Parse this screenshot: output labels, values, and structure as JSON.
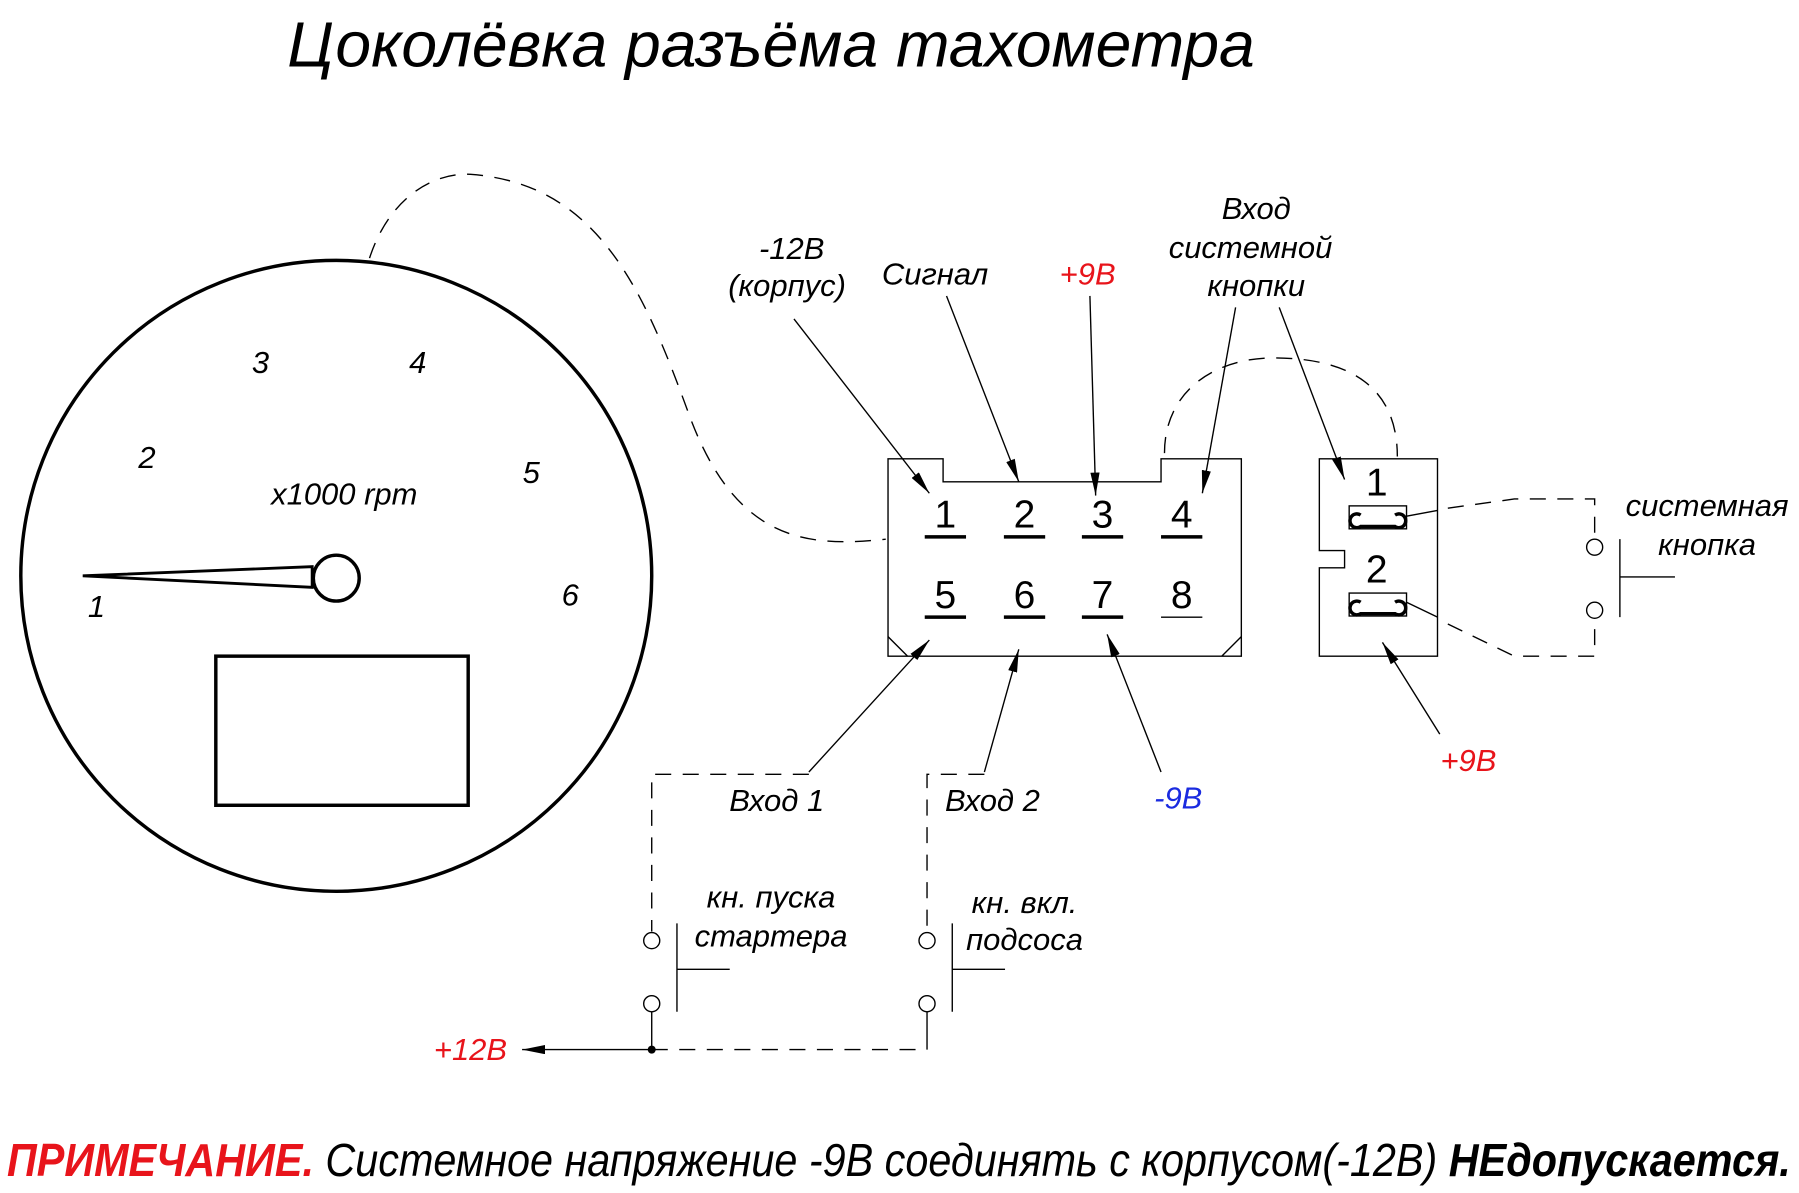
{
  "title": "Цоколёвка разъёма тахометра",
  "gauge": {
    "scale_numbers": [
      "1",
      "2",
      "3",
      "4",
      "5",
      "6"
    ],
    "unit": "x1000 rpm"
  },
  "connector": {
    "pins": [
      "1",
      "2",
      "3",
      "4",
      "5",
      "6",
      "7",
      "8"
    ],
    "labels": {
      "ground_1": "-12В",
      "ground_2": "(корпус)",
      "signal": "Сигнал",
      "plus9": "+9В",
      "sys_btn_1": "Вход",
      "sys_btn_2": "системной",
      "sys_btn_3": "кнопки",
      "input1": "Вход 1",
      "input2": "Вход 2",
      "minus9": "-9В"
    }
  },
  "button_connector": {
    "pins": [
      "1",
      "2"
    ],
    "plus9": "+9В",
    "switch_label_1": "системная",
    "switch_label_2": "кнопка"
  },
  "switches": {
    "starter_1": "кн. пуска",
    "starter_2": "стартера",
    "choke_1": "кн. вкл.",
    "choke_2": "подсоса",
    "supply": "+12В"
  },
  "note": {
    "prefix": "ПРИМЕЧАНИЕ.",
    "text": " Системное напряжение -9В соединять с корпусом(-12В) ",
    "emphasis": "НЕдопускается."
  },
  "colors": {
    "red": "#e8141b",
    "blue": "#1a2be0"
  }
}
